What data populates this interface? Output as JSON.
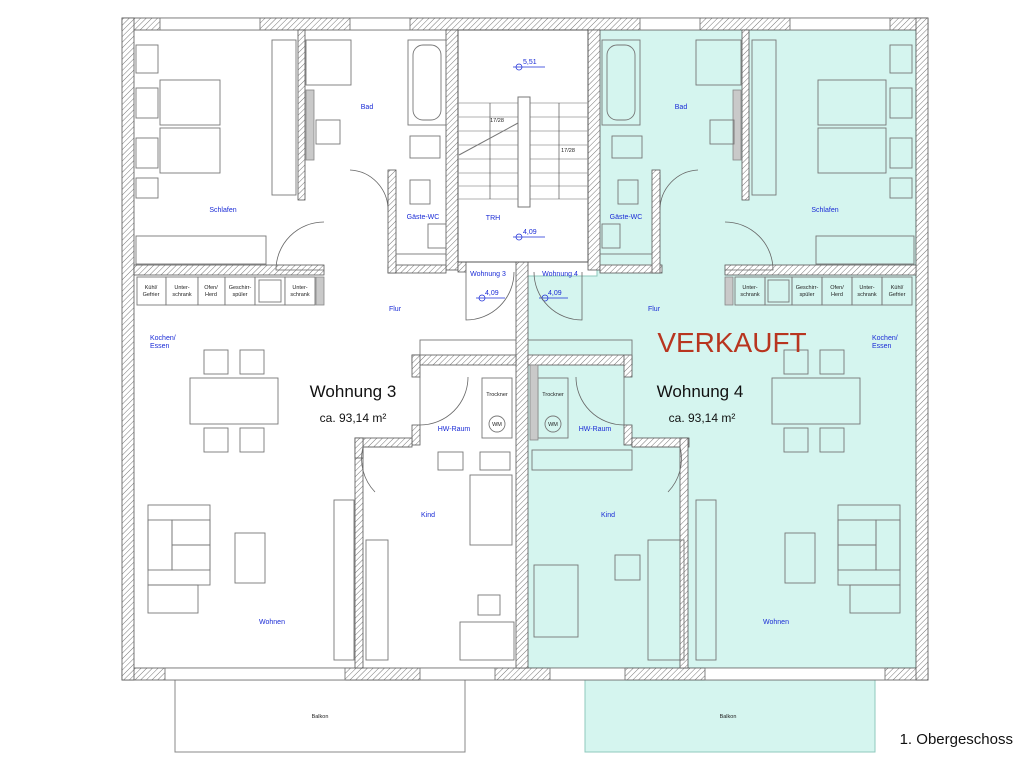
{
  "title": "1. Obergeschoss",
  "sold_label": "VERKAUFT",
  "colors": {
    "sold_fill": "#d5f5ef",
    "sold_stroke": "#8fc9bd",
    "sold_text": "#b8351f",
    "room_label": "#1a2bd6"
  },
  "staircase": {
    "label": "TRH",
    "level_top": "5,51",
    "level_mid": "4,09",
    "level_left": "4,09",
    "level_right": "4,09",
    "step_left": "17/28",
    "step_right": "17/28",
    "door_left": "Wohnung 3",
    "door_right": "Wohnung 4"
  },
  "apartment3": {
    "name": "Wohnung 3",
    "area": "ca. 93,14 m²",
    "rooms": {
      "schlafen": "Schlafen",
      "bad": "Bad",
      "wc": "Gäste-WC",
      "flur": "Flur",
      "kochen": [
        "Kochen/",
        "Essen"
      ],
      "hw": "HW-Raum",
      "kind": "Kind",
      "wohnen": "Wohnen",
      "balkon": "Balkon"
    },
    "kitchen": [
      [
        "Kühl/",
        "Gefrier"
      ],
      [
        "Unter-",
        "schrank"
      ],
      [
        "Ofen/",
        "Herd"
      ],
      [
        "Geschirr-",
        "spüler"
      ],
      [
        "Unter-",
        "schrank"
      ]
    ],
    "appliances": {
      "dryer": "Trockner",
      "washer": "WM"
    }
  },
  "apartment4": {
    "name": "Wohnung 4",
    "area": "ca. 93,14 m²",
    "rooms": {
      "schlafen": "Schlafen",
      "bad": "Bad",
      "wc": "Gäste-WC",
      "flur": "Flur",
      "kochen": [
        "Kochen/",
        "Essen"
      ],
      "hw": "HW-Raum",
      "kind": "Kind",
      "wohnen": "Wohnen",
      "balkon": "Balkon"
    },
    "kitchen": [
      [
        "Unter-",
        "schrank"
      ],
      [
        "Geschirr-",
        "spüler"
      ],
      [
        "Ofen/",
        "Herd"
      ],
      [
        "Unter-",
        "schrank"
      ],
      [
        "Kühl/",
        "Gefrier"
      ]
    ],
    "appliances": {
      "dryer": "Trockner",
      "washer": "WM"
    }
  }
}
